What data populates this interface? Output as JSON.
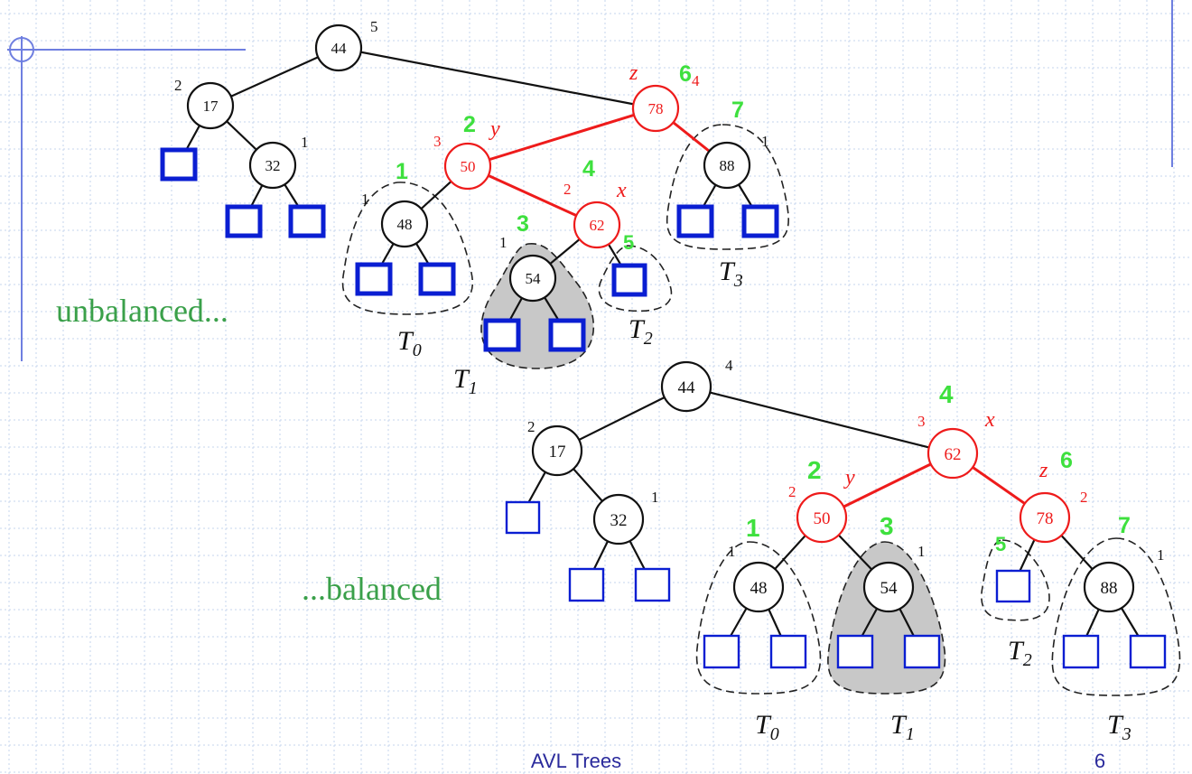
{
  "colors": {
    "grid": "#c6d4ee",
    "accent": "#6f7fe0",
    "black": "#111111",
    "red": "#ee1b1b",
    "green": "#3ee03e",
    "leaf": "#0a1ed2",
    "caption": "#3aa04a",
    "footer": "#2a2a9c",
    "shade": "#c8c8c8"
  },
  "footer": {
    "title": "AVL Trees",
    "page_number": "6"
  },
  "trees": [
    {
      "id": "unbalanced",
      "caption": "unbalanced...",
      "nodes": [
        {
          "key": "44",
          "height": "5",
          "highlight": false
        },
        {
          "key": "17",
          "height": "2",
          "highlight": false
        },
        {
          "key": "78",
          "height": "4",
          "highlight": true,
          "role": "z",
          "order": "6"
        },
        {
          "key": "32",
          "height": "1",
          "highlight": false
        },
        {
          "key": "50",
          "height": "3",
          "highlight": true,
          "role": "y",
          "order": "2"
        },
        {
          "key": "88",
          "height": "1",
          "highlight": false,
          "order": "7"
        },
        {
          "key": "48",
          "height": "1",
          "highlight": false,
          "order": "1"
        },
        {
          "key": "62",
          "height": "2",
          "highlight": true,
          "role": "x",
          "order": "4"
        },
        {
          "key": "54",
          "height": "1",
          "highlight": false,
          "order": "3"
        }
      ],
      "leaf_orders": [
        "5"
      ],
      "subtrees": [
        {
          "base": "T",
          "index": "0"
        },
        {
          "base": "T",
          "index": "1"
        },
        {
          "base": "T",
          "index": "2"
        },
        {
          "base": "T",
          "index": "3"
        }
      ]
    },
    {
      "id": "balanced",
      "caption": "...balanced",
      "nodes": [
        {
          "key": "44",
          "height": "4",
          "highlight": false
        },
        {
          "key": "17",
          "height": "2",
          "highlight": false
        },
        {
          "key": "62",
          "height": "3",
          "highlight": true,
          "role": "x",
          "order": "4"
        },
        {
          "key": "32",
          "height": "1",
          "highlight": false
        },
        {
          "key": "50",
          "height": "2",
          "highlight": true,
          "role": "y",
          "order": "2"
        },
        {
          "key": "78",
          "height": "2",
          "highlight": true,
          "role": "z",
          "order": "6"
        },
        {
          "key": "48",
          "height": "1",
          "highlight": false,
          "order": "1"
        },
        {
          "key": "54",
          "height": "1",
          "highlight": false,
          "order": "3"
        },
        {
          "key": "88",
          "height": "1",
          "highlight": false,
          "order": "7"
        }
      ],
      "leaf_orders": [
        "5"
      ],
      "subtrees": [
        {
          "base": "T",
          "index": "0"
        },
        {
          "base": "T",
          "index": "1"
        },
        {
          "base": "T",
          "index": "2"
        },
        {
          "base": "T",
          "index": "3"
        }
      ]
    }
  ]
}
